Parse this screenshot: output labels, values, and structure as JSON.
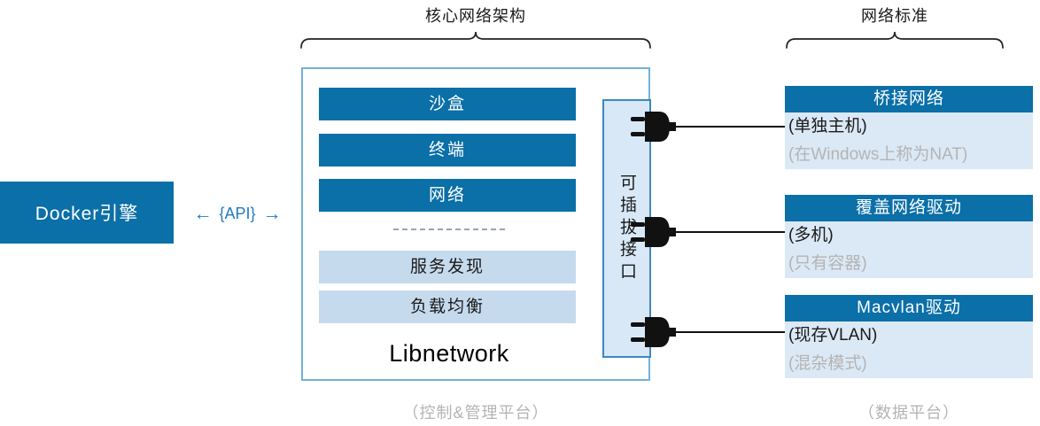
{
  "colors": {
    "primary_blue": "#0b6fa8",
    "light_blue_bar": "#c6daee",
    "pale_blue_bg": "#dbe8f5",
    "box_border": "#72b1d8",
    "pluggable_border": "#3e88bf",
    "api_blue": "#1f7cc0",
    "muted_gray": "#b4b4b4",
    "connector_black": "#111111"
  },
  "braces": {
    "core_label": "核心网络架构",
    "standards_label": "网络标准"
  },
  "docker_engine": {
    "label": "Docker引擎"
  },
  "api": {
    "label": "{API}",
    "left_arrow": "←",
    "right_arrow": "→"
  },
  "libnetwork": {
    "title": "Libnetwork",
    "core_components": [
      "沙盒",
      "终端",
      "网络"
    ],
    "services": [
      "服务发现",
      "负载均衡"
    ],
    "pluggable_interface": "可插拔接口"
  },
  "drivers": [
    {
      "title": "桥接网络",
      "lines": [
        {
          "text": "(单独主机)",
          "muted": false
        },
        {
          "text": "(在Windows上称为NAT)",
          "muted": true
        }
      ]
    },
    {
      "title": "覆盖网络驱动",
      "lines": [
        {
          "text": "(多机)",
          "muted": false
        },
        {
          "text": "(只有容器)",
          "muted": true
        }
      ]
    },
    {
      "title": "Macvlan驱动",
      "lines": [
        {
          "text": "(现存VLAN)",
          "muted": false
        },
        {
          "text": "(混杂模式)",
          "muted": true
        }
      ]
    }
  ],
  "captions": {
    "control_plane": "（控制&管理平台）",
    "data_plane": "（数据平台）"
  }
}
